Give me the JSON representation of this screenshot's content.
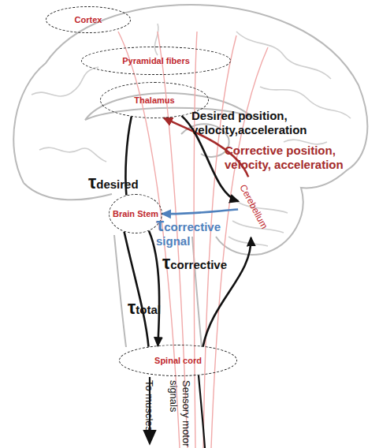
{
  "diagram": {
    "nodes": [
      {
        "text": [
          "Cortex"
        ]
      },
      {
        "text": [
          "Pyramidal fibers"
        ]
      },
      {
        "text": [
          "Thalamus"
        ]
      },
      {
        "text": [
          "Brain Stem"
        ]
      },
      {
        "text": [
          "Spinal cord"
        ]
      },
      {
        "text": [
          "Cerebellum"
        ]
      }
    ],
    "edges": [
      {
        "from": 2,
        "to": 5,
        "arrow": "to",
        "label": "Desired position, velocity,acceleration"
      },
      {
        "from": 5,
        "to": 2,
        "arrow": "to",
        "label": "Corrective position, velocity, acceleration"
      },
      {
        "from": 5,
        "to": 3,
        "arrow": "to",
        "label": "τcorrective signal"
      },
      {
        "from": 2,
        "to": 3,
        "arrow": "none",
        "label": "τdesired"
      },
      {
        "from": 3,
        "to": 4,
        "arrow": "to",
        "label": "τcorrective"
      },
      {
        "from": 3,
        "to": 4,
        "arrow": "none",
        "label": "τtotal"
      },
      {
        "from": 4,
        "to": 5,
        "arrow": "to"
      }
    ],
    "labels": [
      "To muscles",
      "Sensory motor signals"
    ]
  }
}
